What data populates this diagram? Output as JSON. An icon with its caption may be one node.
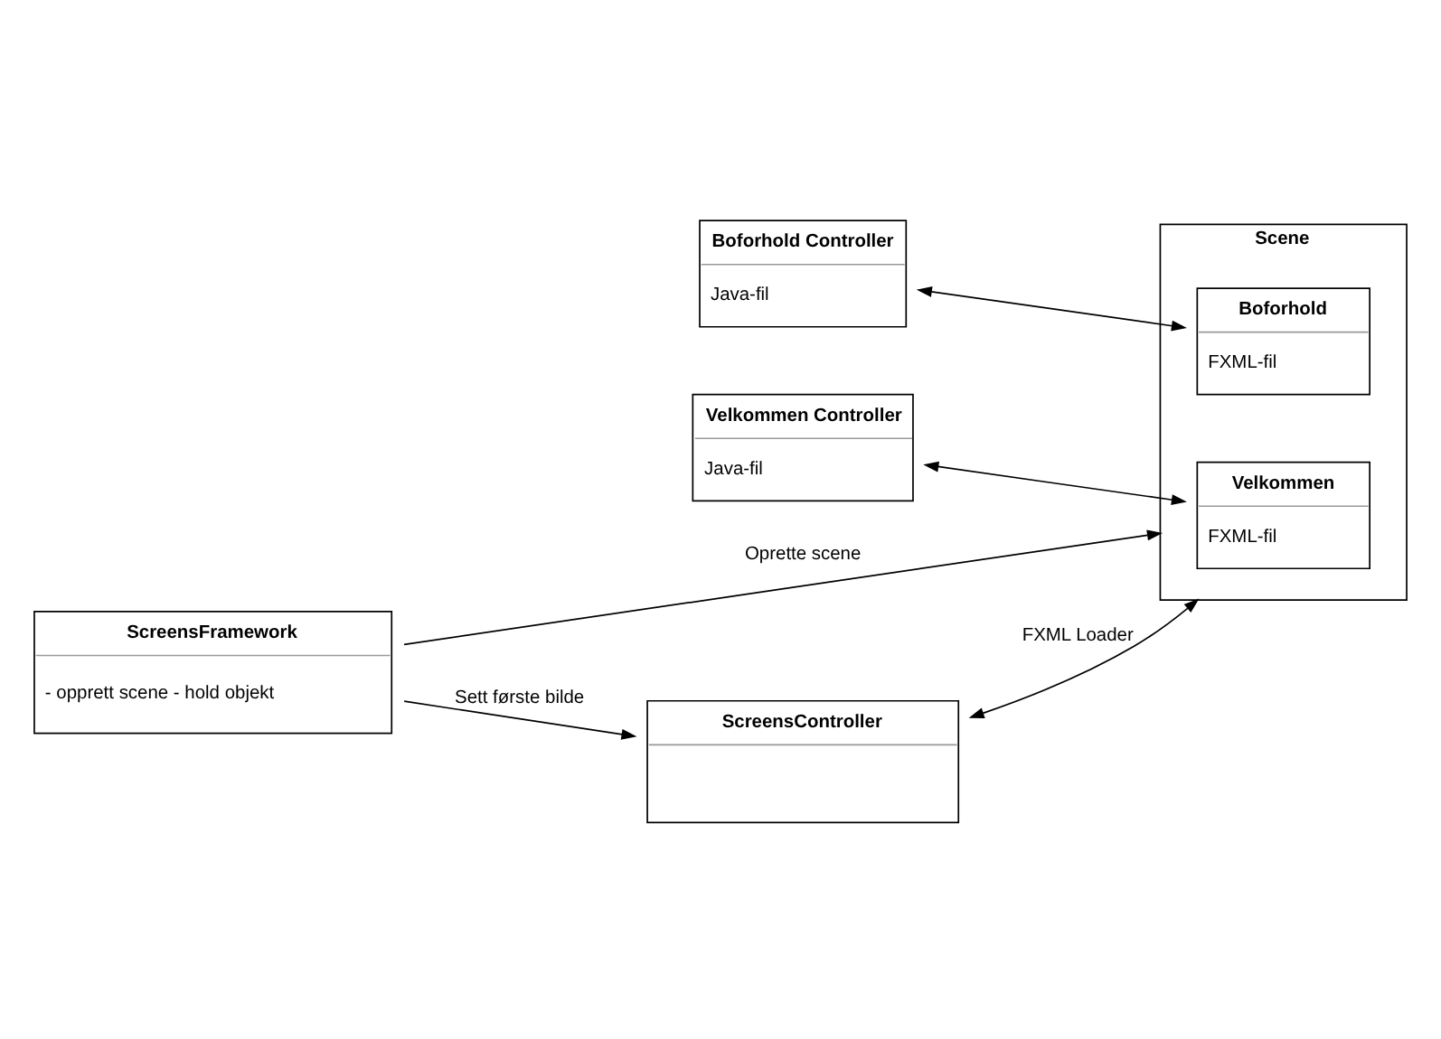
{
  "diagram": {
    "nodes": [
      {
        "text": [
          "ScreensController"
        ]
      },
      {
        "text": [
          "Scene"
        ]
      },
      {
        "text": [
          "Velkommen",
          "FXML-fil"
        ],
        "in": 1
      },
      {
        "text": [
          "Boforhold",
          "FXML-fil"
        ],
        "in": 1
      },
      {
        "text": [
          "Velkommen Controller",
          "Java-fil"
        ]
      },
      {
        "text": [
          "Boforhold Controller",
          "Java-fil"
        ]
      },
      {
        "text": [
          "ScreensFramework",
          "- opprett scene - hold objekt"
        ]
      }
    ],
    "edges": [
      {
        "from": 6,
        "to": 0,
        "arrow": "to",
        "label": "Sett første bilde"
      },
      {
        "from": 6,
        "to": 1,
        "arrow": "to",
        "label": "Oprette scene"
      },
      {
        "from": 0,
        "to": 1,
        "arrow": "both",
        "label": "FXML Loader"
      },
      {
        "from": 4,
        "to": 2,
        "arrow": "both"
      },
      {
        "from": 5,
        "to": 3,
        "arrow": "both"
      }
    ]
  }
}
